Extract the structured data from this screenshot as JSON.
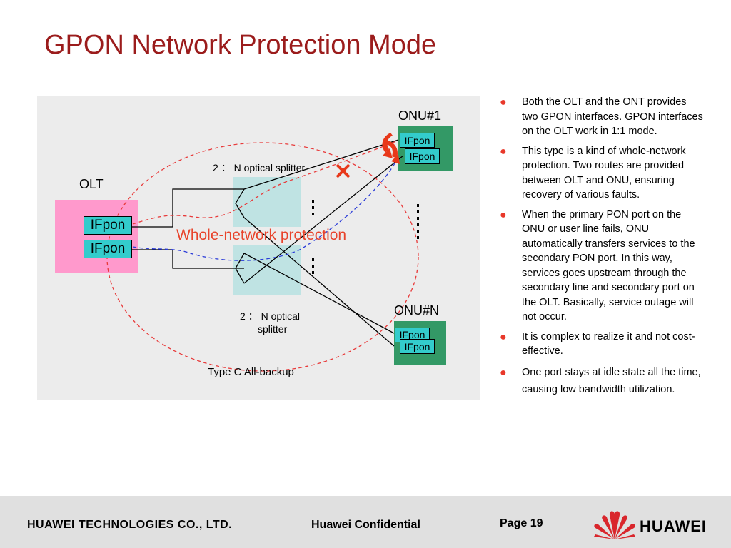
{
  "title": "GPON Network Protection Mode",
  "diagram": {
    "olt_label": "OLT",
    "onu1_label": "ONU#1",
    "onun_label": "ONU#N",
    "splitter_top_label": "2 ： N optical splitter",
    "splitter_bottom_label_line1": "2 ： N optical",
    "splitter_bottom_label_line2": "splitter",
    "ifpon": "IFpon",
    "ifpon_partial": "IFpon",
    "protection_label": "Whole-network protection",
    "type_label": "Type C  All-backup",
    "colors": {
      "olt_fill": "#ff99cc",
      "onu_fill": "#339966",
      "splitter_fill": "#bfe3e3",
      "ifpon_fill": "#33cccc",
      "red_dash": "#e83a3a",
      "blue_dash": "#2a3bd8",
      "fault_mark": "#e8381a"
    }
  },
  "bullets": [
    "Both the OLT and the ONT provides two GPON interfaces. GPON interfaces on the OLT work in 1:1 mode.",
    "This type is a kind of whole-network protection. Two routes are provided between OLT and ONU, ensuring recovery of various faults.",
    "When the primary PON port on the ONU or user line fails, ONU automatically transfers services to the secondary PON port. In this way, services goes upstream through the secondary line and secondary port on the OLT.  Basically, service outage will not occur.",
    "It is complex to realize it and not cost-effective.",
    "One port stays at idle state all the time, causing low bandwidth utilization."
  ],
  "footer": {
    "company": "HUAWEI TECHNOLOGIES CO., LTD.",
    "confidential": "Huawei Confidential",
    "page": "Page 19",
    "logo_text": "HUAWEI"
  }
}
